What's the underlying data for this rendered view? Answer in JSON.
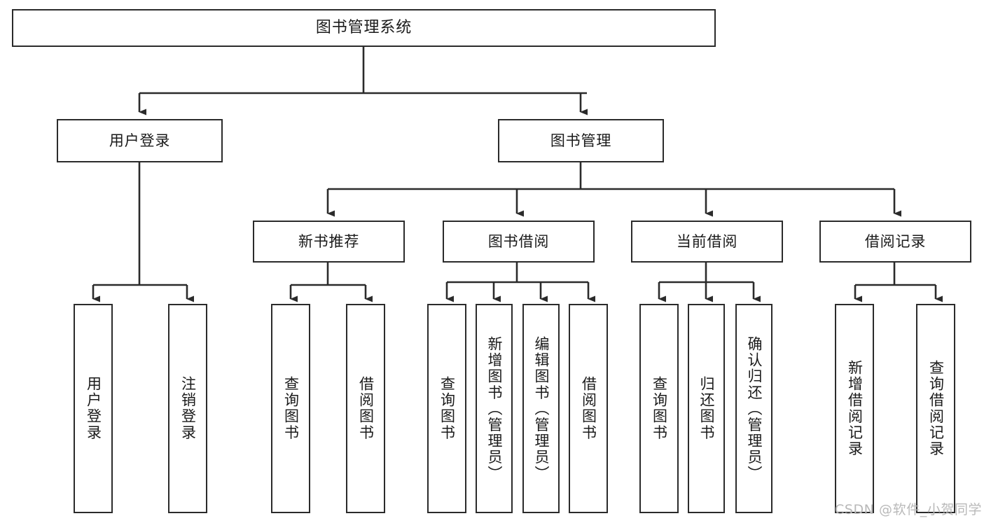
{
  "diagram": {
    "title": "图书管理系统",
    "type": "tree-hierarchy-chart",
    "colors": {
      "background": "#ffffff",
      "box_border": "#2b2b2b",
      "box_fill": "#ffffff",
      "connector": "#2b2b2b",
      "text": "#1a1a1a",
      "watermark": "#b9b9b9"
    }
  },
  "root": {
    "label": "图书管理系统"
  },
  "level2": [
    {
      "id": "user-login",
      "label": "用户登录"
    },
    {
      "id": "book-management",
      "label": "图书管理"
    }
  ],
  "level3": [
    {
      "id": "new-book-recommend",
      "label": "新书推荐"
    },
    {
      "id": "book-borrow",
      "label": "图书借阅"
    },
    {
      "id": "current-borrow",
      "label": "当前借阅"
    },
    {
      "id": "borrow-record",
      "label": "借阅记录"
    }
  ],
  "leaves": {
    "user_login": [
      {
        "id": "leaf-user-login",
        "label": "用户登录"
      },
      {
        "id": "leaf-logout-login",
        "label": "注销登录"
      }
    ],
    "new_book_recommend": [
      {
        "id": "leaf-query-book-1",
        "label": "查询图书"
      },
      {
        "id": "leaf-borrow-book-1",
        "label": "借阅图书"
      }
    ],
    "book_borrow": [
      {
        "id": "leaf-query-book-2",
        "label": "查询图书"
      },
      {
        "id": "leaf-add-book",
        "label": "新增图书（管理员）"
      },
      {
        "id": "leaf-edit-book",
        "label": "编辑图书（管理员）"
      },
      {
        "id": "leaf-borrow-book-2",
        "label": "借阅图书"
      }
    ],
    "current_borrow": [
      {
        "id": "leaf-query-book-3",
        "label": "查询图书"
      },
      {
        "id": "leaf-return-book",
        "label": "归还图书"
      },
      {
        "id": "leaf-confirm-return",
        "label": "确认归还（管理员）"
      }
    ],
    "borrow_record": [
      {
        "id": "leaf-add-record",
        "label": "新增借阅记录"
      },
      {
        "id": "leaf-query-record",
        "label": "查询借阅记录"
      }
    ]
  },
  "watermark": {
    "text": "CSDN @软件_小贺同学"
  }
}
